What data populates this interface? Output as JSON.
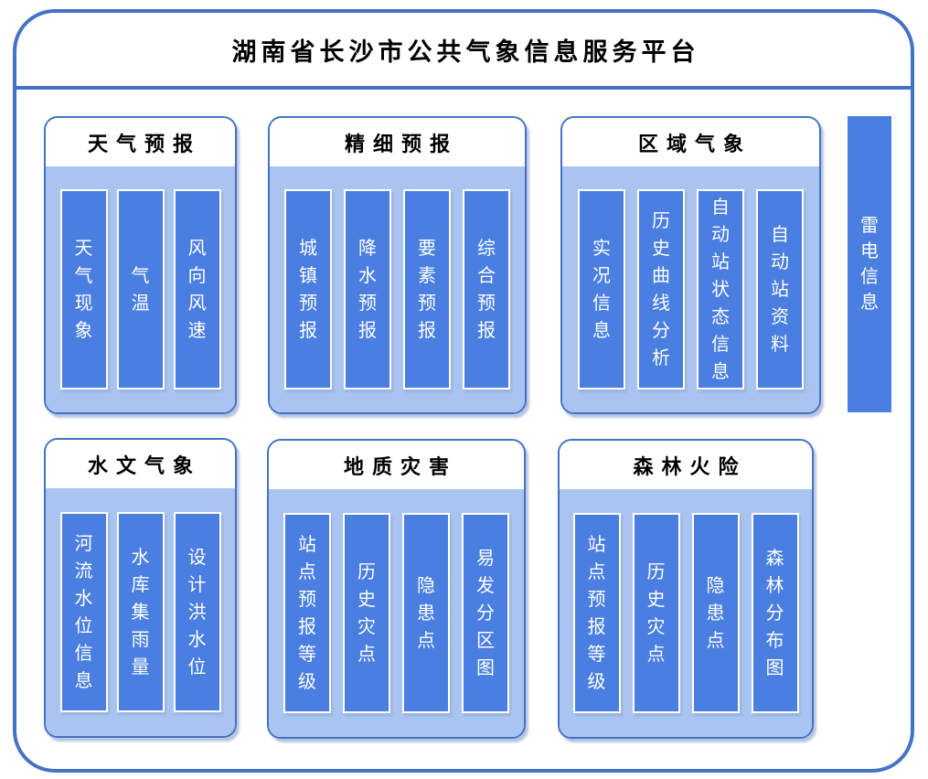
{
  "title": "湖南省长沙市公共气象信息服务平台",
  "colors": {
    "frame_border": "#4472C4",
    "panel_body": "#A9C4F0",
    "bar_fill": "#4A7EE0",
    "bar_text": "#FFFFFF",
    "heading_text": "#000000",
    "shadow": "#8A9ECD"
  },
  "panels": [
    {
      "title": "天气预报",
      "items": [
        "天气现象",
        "气温",
        "风向风速"
      ]
    },
    {
      "title": "精细预报",
      "items": [
        "城镇预报",
        "降水预报",
        "要素预报",
        "综合预报"
      ]
    },
    {
      "title": "区域气象",
      "items": [
        "实况信息",
        "历史曲线分析",
        "自动站状态信息",
        "自动站资料"
      ]
    },
    {
      "title": "水文气象",
      "items": [
        "河流水位信息",
        "水库集雨量",
        "设计洪水位"
      ]
    },
    {
      "title": "地质灾害",
      "items": [
        "站点预报等级",
        "历史灾点",
        "隐患点",
        "易发分区图"
      ]
    },
    {
      "title": "森林火险",
      "items": [
        "站点预报等级",
        "历史灾点",
        "隐患点",
        "森林分布图"
      ]
    }
  ],
  "side_bar": {
    "label": "雷电信息"
  }
}
